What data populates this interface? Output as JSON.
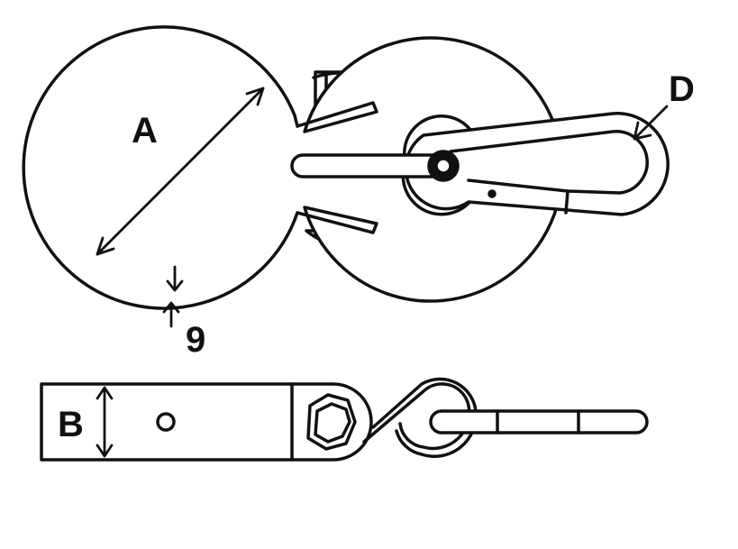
{
  "labels": {
    "a": "A",
    "b": "B",
    "d": "D",
    "thickness": "9"
  },
  "colors": {
    "stroke": "#111111",
    "background": "#ffffff"
  }
}
